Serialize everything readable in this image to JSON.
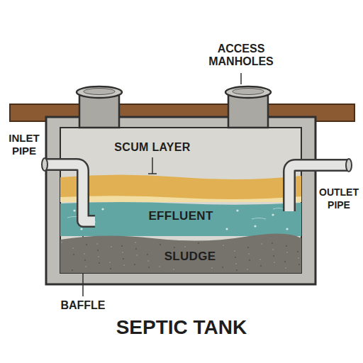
{
  "diagram": {
    "title": "SEPTIC TANK",
    "nodes": [
      {
        "text": [
          "SCUM LAYER"
        ]
      },
      {
        "text": [
          "EFFLUENT"
        ]
      },
      {
        "text": [
          "SLUDGE"
        ]
      }
    ],
    "labels": [
      "ACCESS MANHOLES",
      "INLET PIPE",
      "OUTLET PIPE",
      "BAFFLE"
    ]
  }
}
